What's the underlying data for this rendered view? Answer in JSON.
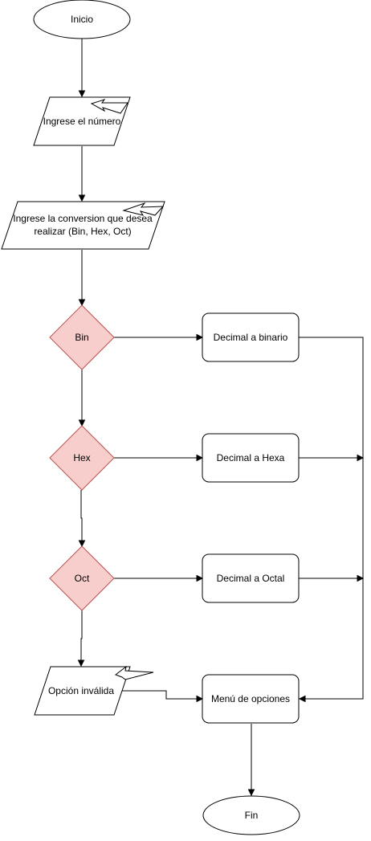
{
  "diagram": {
    "nodes": {
      "start": "Inicio",
      "input_number": "Ingrese el número",
      "input_conversion_line1": "Ingrese la conversion que desea",
      "input_conversion_line2": "realizar (Bin, Hex, Oct)",
      "decision_bin": "Bin",
      "decision_hex": "Hex",
      "decision_oct": "Oct",
      "process_bin": "Decimal a binario",
      "process_hex": "Decimal a Hexa",
      "process_oct": "Decimal a Octal",
      "invalid_option": "Opción inválida",
      "menu": "Menú de opciones",
      "end": "Fin"
    }
  }
}
